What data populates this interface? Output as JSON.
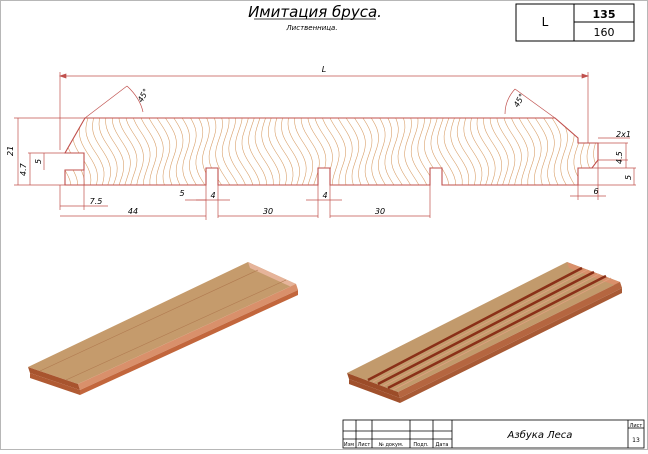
{
  "header": {
    "title": "Имитация бруса.",
    "material": "Лиственница."
  },
  "size_table": {
    "param": "L",
    "width_1": "135",
    "width_2": "160"
  },
  "dimensions": {
    "length": "L",
    "chamfer_left": "45°",
    "chamfer_right": "45°",
    "height_total": "21",
    "groove_left_h": "5",
    "groove_left_offset": "4.7",
    "groove_left_depth": "7.5",
    "first_groove_pos": "44",
    "groove_depth": "5",
    "groove_width_1": "4",
    "groove_gap_1": "30",
    "groove_width_2": "4",
    "groove_gap_2": "30",
    "tongue_chamfer": "2x1",
    "tongue_offset": "4.5",
    "tongue_h": "5",
    "tongue_len": "6"
  },
  "title_block": {
    "company": "Азбука Леса",
    "sheet_label": "Лист",
    "sheet_no": "13",
    "cols": [
      "Изм",
      "Лист",
      "№ докум.",
      "Подп.",
      "Дата"
    ]
  },
  "colors": {
    "dim_line": "#c0504d",
    "grain": "#d9a06a",
    "wood_top": "#c9a070",
    "wood_side": "#a8542e",
    "wood_edge": "#e0a080",
    "groove": "#8a3018"
  }
}
